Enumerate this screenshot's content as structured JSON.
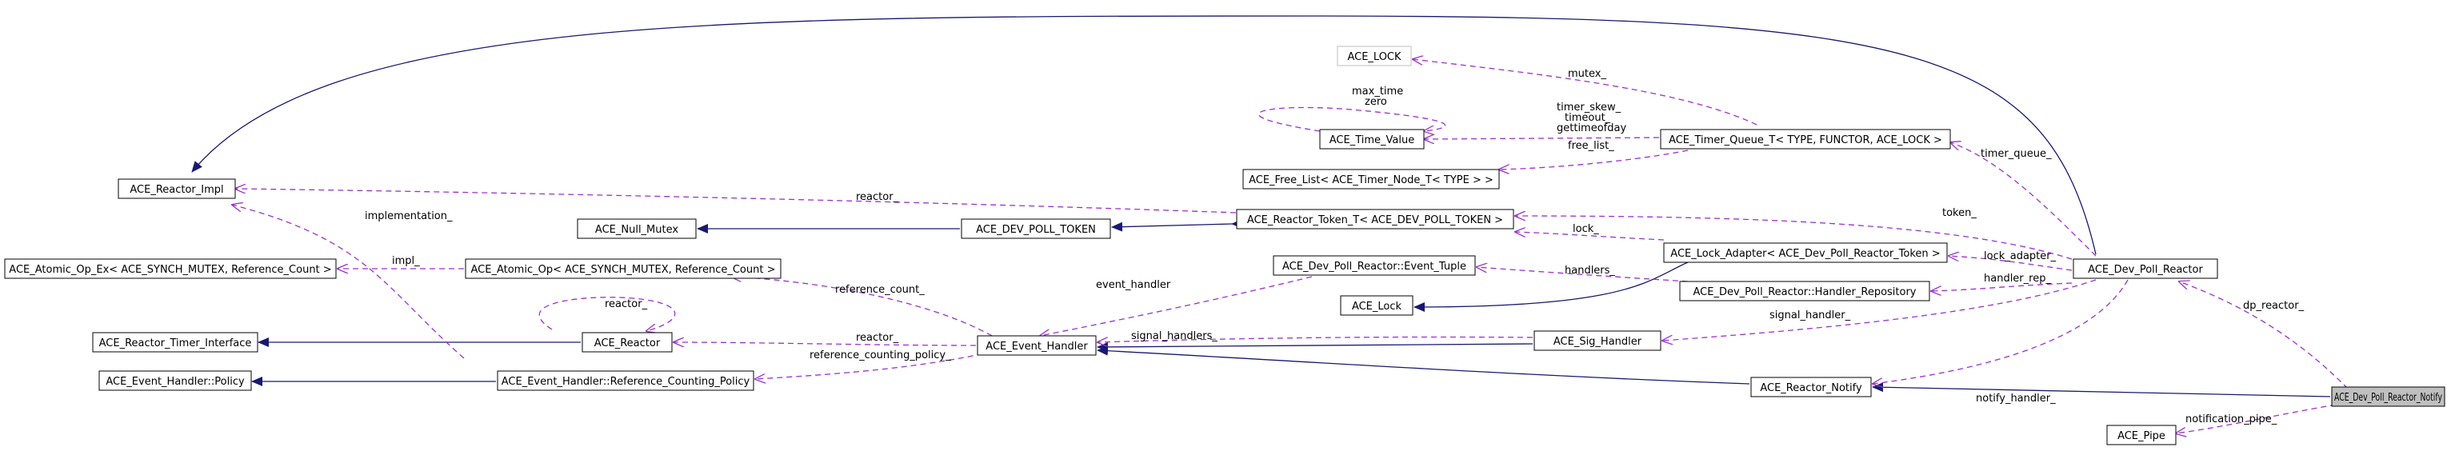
{
  "diagram": {
    "nodes": {
      "ace_lock_top": "ACE_LOCK",
      "time_value": "ACE_Time_Value",
      "timer_queue": "ACE_Timer_Queue_T< TYPE, FUNCTOR, ACE_LOCK >",
      "free_list": "ACE_Free_List< ACE_Timer_Node_T< TYPE > >",
      "reactor_impl": "ACE_Reactor_Impl",
      "reactor_token": "ACE_Reactor_Token_T< ACE_DEV_POLL_TOKEN >",
      "null_mutex": "ACE_Null_Mutex",
      "dev_poll_token": "ACE_DEV_POLL_TOKEN",
      "lock_adapter": "ACE_Lock_Adapter< ACE_Dev_Poll_Reactor_Token >",
      "event_tuple": "ACE_Dev_Poll_Reactor::Event_Tuple",
      "atomic_op_ex": "ACE_Atomic_Op_Ex< ACE_SYNCH_MUTEX, Reference_Count >",
      "atomic_op": "ACE_Atomic_Op< ACE_SYNCH_MUTEX, Reference_Count >",
      "handler_repo": "ACE_Dev_Poll_Reactor::Handler_Repository",
      "dev_poll_reactor": "ACE_Dev_Poll_Reactor",
      "ace_lock": "ACE_Lock",
      "timer_interface": "ACE_Reactor_Timer_Interface",
      "ace_reactor": "ACE_Reactor",
      "event_handler": "ACE_Event_Handler",
      "sig_handler": "ACE_Sig_Handler",
      "policy": "ACE_Event_Handler::Policy",
      "ref_counting_policy": "ACE_Event_Handler::Reference_Counting_Policy",
      "reactor_notify": "ACE_Reactor_Notify",
      "dev_poll_notify": "ACE_Dev_Poll_Reactor_Notify",
      "ace_pipe": "ACE_Pipe"
    },
    "edge_labels": {
      "mutex": "mutex_",
      "max_time": "max_time",
      "zero": "zero",
      "timer_skew": "timer_skew_",
      "timeout": "timeout_",
      "gettimeofday": "gettimeofday",
      "free_list": "free_list_",
      "timer_queue": "timer_queue_",
      "reactor": "reactor_",
      "token": "token_",
      "implementation": "implementation_",
      "lock": "lock_",
      "lock_adapter": "lock_adapter_",
      "handlers": "handlers_",
      "handler_rep": "handler_rep_",
      "impl": "impl_",
      "event_handler": "event_handler",
      "reference_count": "reference_count_",
      "dp_reactor": "dp_reactor_",
      "reactor_self": "reactor_",
      "reactor_eh": "reactor_",
      "signal_handlers": "signal_handlers_",
      "signal_handler": "signal_handler_",
      "reference_counting_policy": "reference_counting_policy_",
      "notify_handler": "notify_handler_",
      "notification_pipe": "notification_pipe_"
    }
  },
  "colors": {
    "inheritance_edge": "#191970",
    "usage_edge": "#9a32cd",
    "highlight_fill": "#bfbfbf"
  }
}
